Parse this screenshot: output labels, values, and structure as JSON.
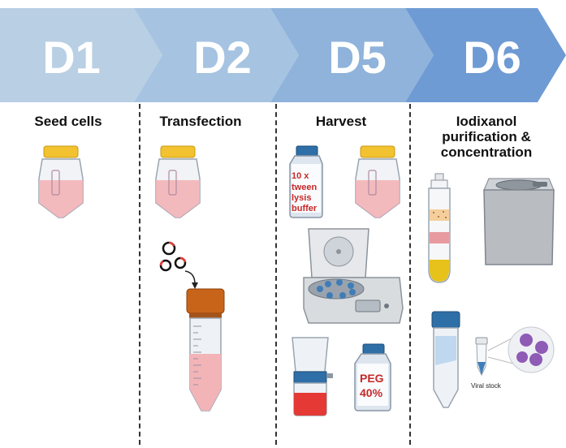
{
  "steps": [
    {
      "day": "D1",
      "title": "Seed cells",
      "color": "#b9cfe4"
    },
    {
      "day": "D2",
      "title": "Transfection",
      "color": "#a6c3e1"
    },
    {
      "day": "D5",
      "title": "Harvest",
      "color": "#8fb3db"
    },
    {
      "day": "D6",
      "title_lines": [
        "Iodixanol",
        "purification &",
        "concentration"
      ],
      "color": "#6f9bd4"
    }
  ],
  "labels": {
    "lysis_buffer": [
      "10 x",
      "tween",
      "lysis",
      "buffer"
    ],
    "peg": [
      "PEG",
      "40%"
    ],
    "viral_stock": "Viral stock"
  },
  "colors": {
    "cap_yellow": "#f2c230",
    "cap_blue": "#2f6fa8",
    "cap_orange": "#c8641a",
    "medium_pink": "#f3b4b8",
    "red_liquid": "#e53935",
    "yellow_liquid": "#e6c21a"
  }
}
